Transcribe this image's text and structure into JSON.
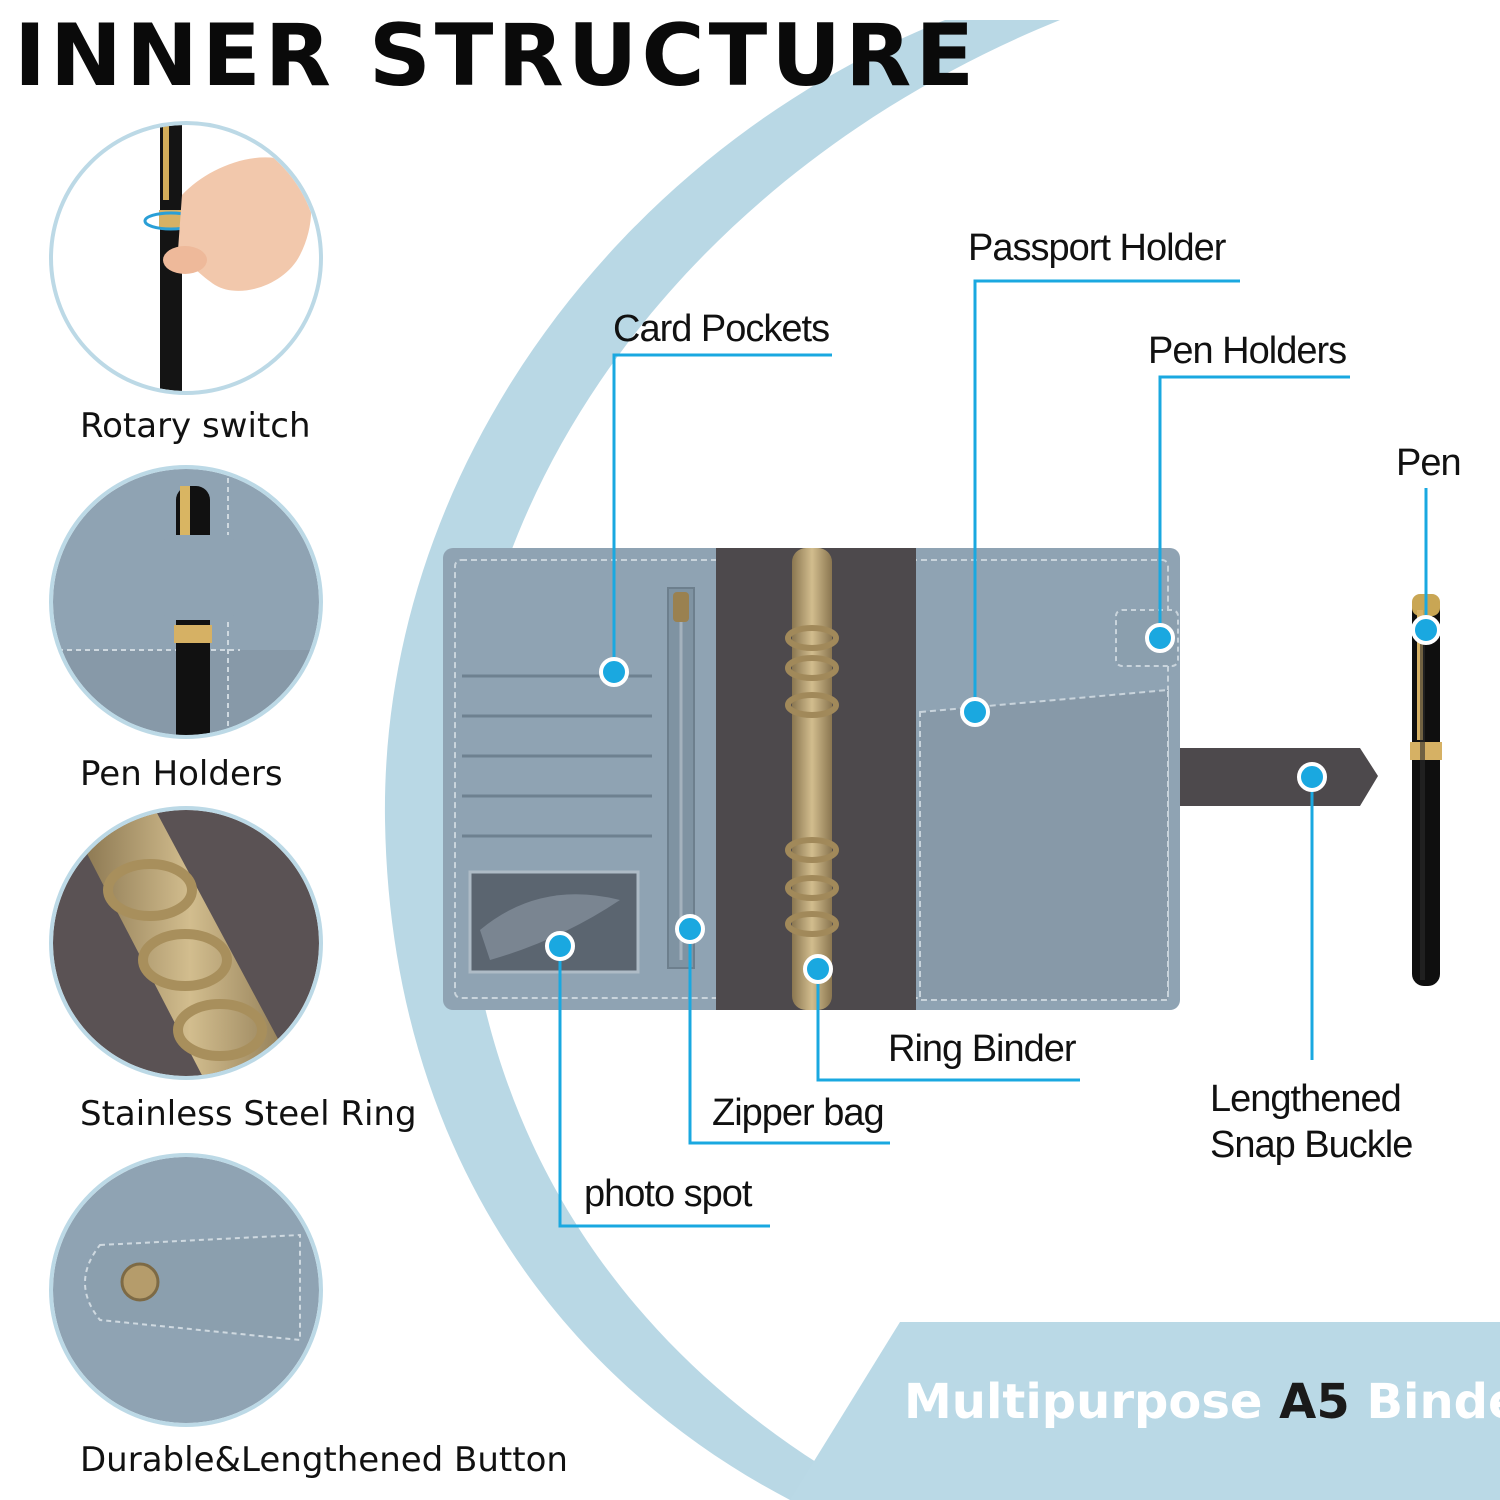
{
  "header": {
    "title": "INNER STRUCTURE"
  },
  "side_features": [
    {
      "label": "Rotary switch",
      "icon": "pen-rotary-switch-icon"
    },
    {
      "label": "Pen Holders",
      "icon": "pen-loop-icon"
    },
    {
      "label": "Stainless Steel Ring",
      "icon": "binder-rings-icon"
    },
    {
      "label": "Durable&Lengthened Button",
      "icon": "snap-button-icon"
    }
  ],
  "callouts": {
    "passport_holder": "Passport Holder",
    "card_pockets": "Card Pockets",
    "pen_holders": "Pen Holders",
    "pen": "Pen",
    "ring_binder": "Ring Binder",
    "zipper_bag": "Zipper bag",
    "photo_spot": "photo spot",
    "snap_buckle_line1": "Lengthened",
    "snap_buckle_line2": "Snap Buckle"
  },
  "banner": {
    "word1": "Multipurpose",
    "word2": "A5",
    "word3": "Binder"
  },
  "colors": {
    "arc_blue": "#b9d8e5",
    "leather_blue": "#8fa3b3",
    "inner_dark": "#4d494c",
    "callout_cyan": "#1aa8e0",
    "banner_blue": "#bad9e6",
    "brass": "#b59c6b"
  }
}
